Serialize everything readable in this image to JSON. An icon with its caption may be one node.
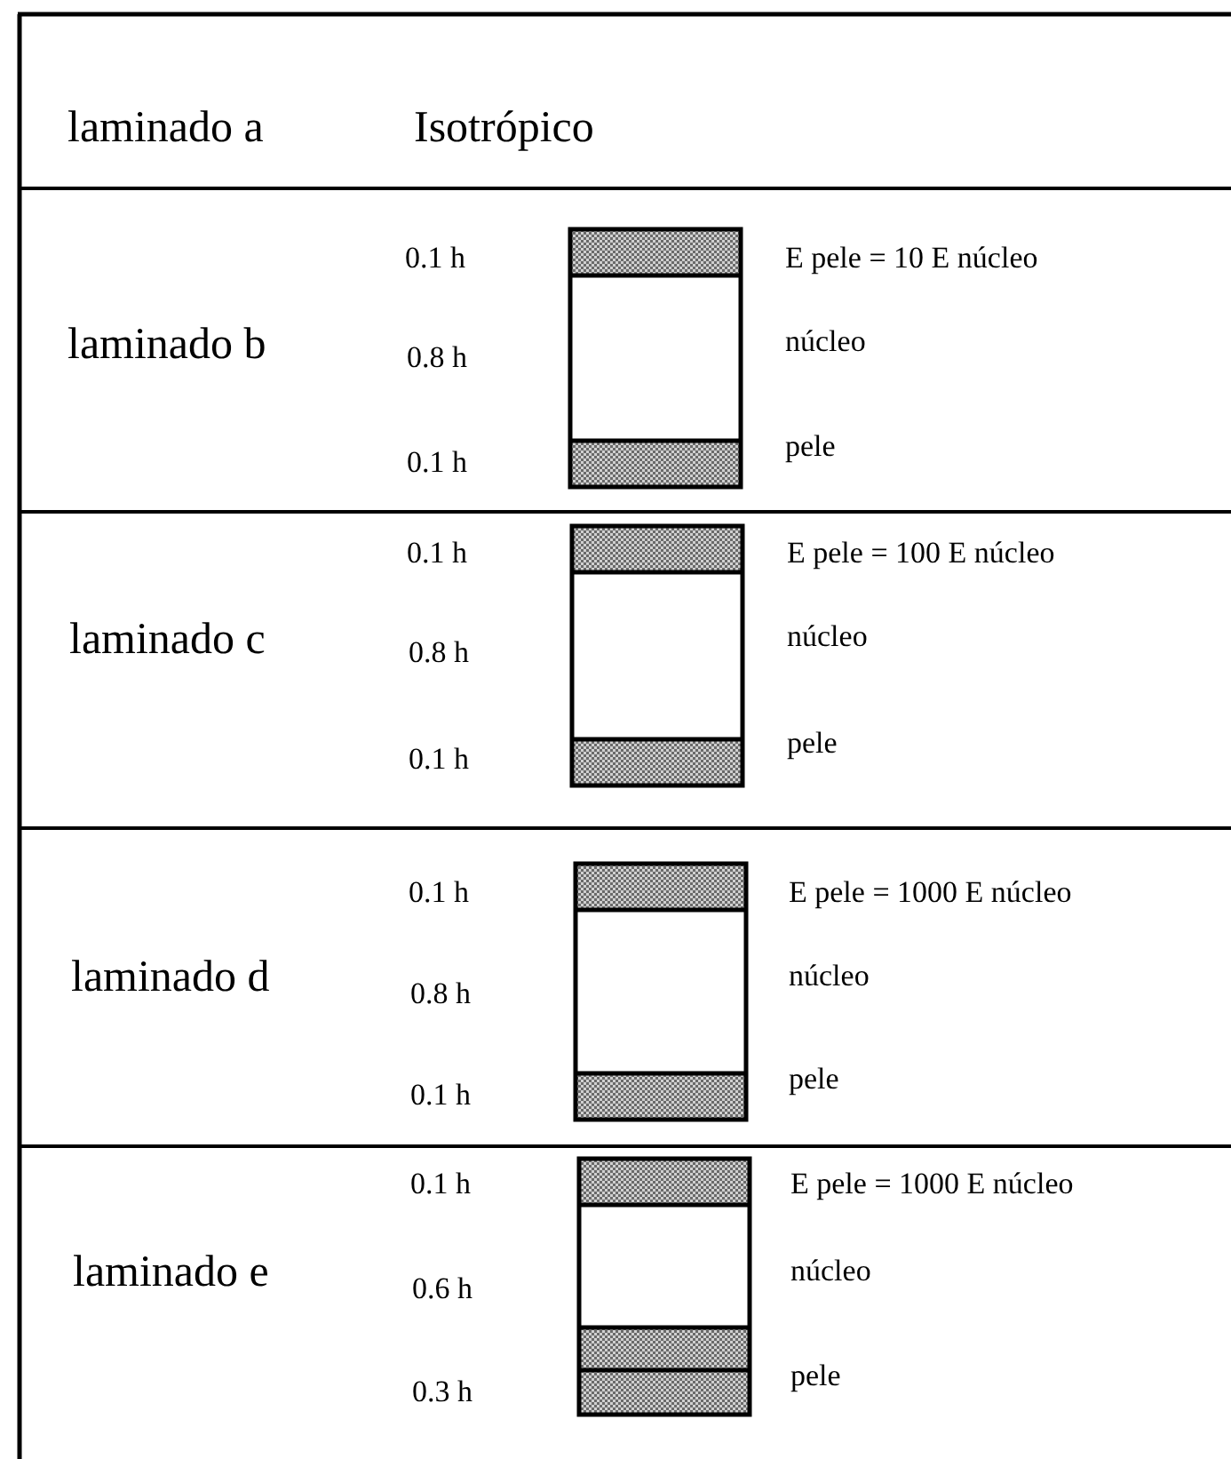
{
  "diagram": {
    "labels": [
      "laminado a",
      "Isotrópico",
      "0.1 h",
      "E pele = 10 E núcleo",
      "laminado b",
      "0.8 h",
      "núcleo",
      "0.1 h",
      "pele",
      "0.1 h",
      "E pele = 100 E núcleo",
      "laminado c",
      "0.8 h",
      "núcleo",
      "0.1 h",
      "pele",
      "0.1 h",
      "E pele = 1000 E núcleo",
      "laminado d",
      "0.8 h",
      "núcleo",
      "0.1 h",
      "pele",
      "0.1 h",
      "E pele = 1000 E núcleo",
      "laminado e",
      "0.6 h",
      "núcleo",
      "0.3 h",
      "pele"
    ]
  }
}
